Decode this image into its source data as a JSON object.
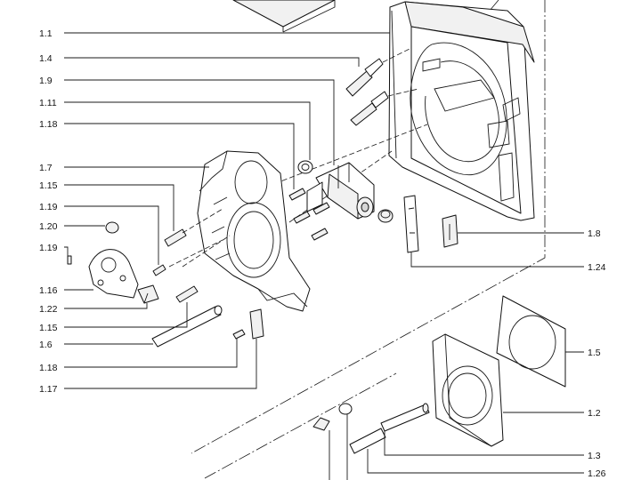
{
  "diagram": {
    "left_labels": [
      "1.1",
      "1.4",
      "1.9",
      "1.11",
      "1.18",
      "1.7",
      "1.15",
      "1.19",
      "1.20",
      "1.19",
      "1.16",
      "1.22",
      "1.15",
      "1.6",
      "1.18",
      "1.17"
    ],
    "right_labels": [
      "1.8",
      "1.24",
      "1.5",
      "1.2",
      "1.3",
      "1.26"
    ]
  }
}
